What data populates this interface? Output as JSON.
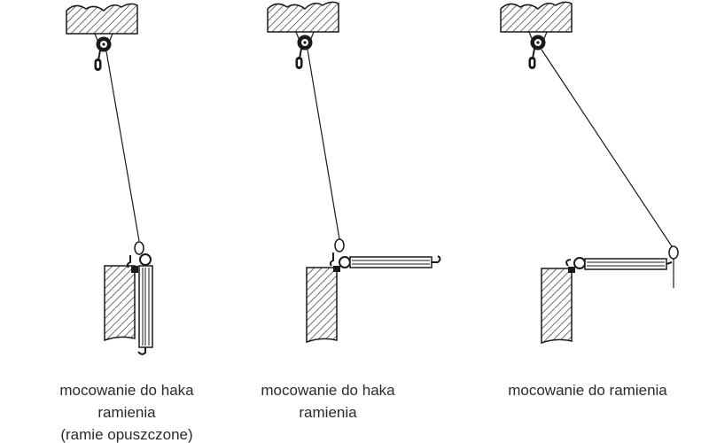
{
  "panels": [
    {
      "caption": [
        "mocowanie do haka",
        "ramienia",
        "(ramie opuszczone)"
      ],
      "arm": "lowered",
      "attachment": "arm-hook"
    },
    {
      "caption": [
        "mocowanie do haka",
        "ramienia"
      ],
      "arm": "raised",
      "attachment": "arm-hook"
    },
    {
      "caption": [
        "mocowanie do ramienia"
      ],
      "arm": "raised",
      "attachment": "arm"
    }
  ],
  "colors": {
    "line": "#1a1a1a",
    "text": "#2a2a2a"
  }
}
